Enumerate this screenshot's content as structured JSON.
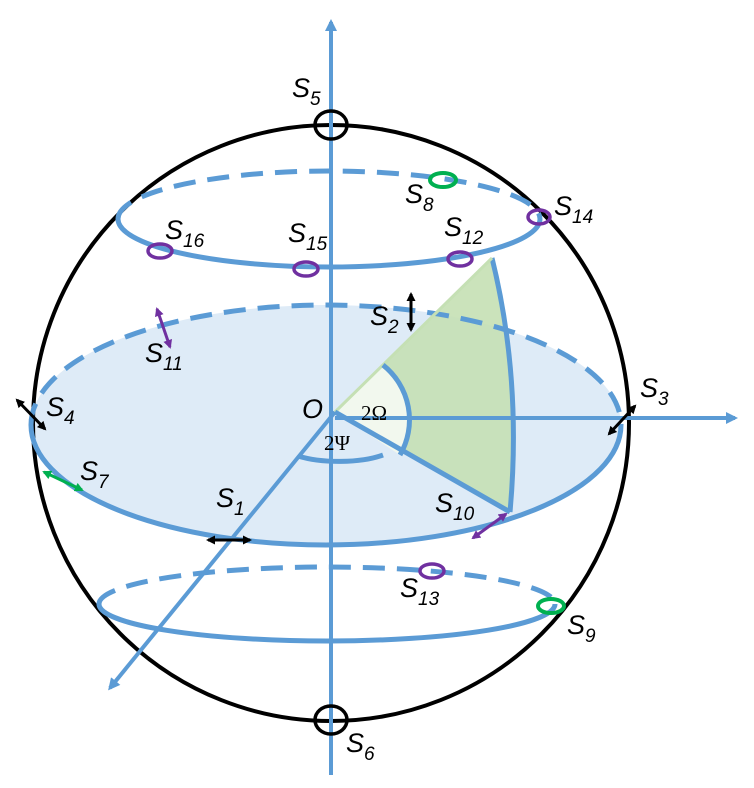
{
  "diagram": {
    "origin_label": "O",
    "angle_omega": "2Ω",
    "angle_psi": "2Ψ",
    "states": [
      {
        "id": "s1",
        "base": "S",
        "sub": "1"
      },
      {
        "id": "s2",
        "base": "S",
        "sub": "2"
      },
      {
        "id": "s3",
        "base": "S",
        "sub": "3"
      },
      {
        "id": "s4",
        "base": "S",
        "sub": "4"
      },
      {
        "id": "s5",
        "base": "S",
        "sub": "5"
      },
      {
        "id": "s6",
        "base": "S",
        "sub": "6"
      },
      {
        "id": "s7",
        "base": "S",
        "sub": "7"
      },
      {
        "id": "s8",
        "base": "S",
        "sub": "8"
      },
      {
        "id": "s9",
        "base": "S",
        "sub": "9"
      },
      {
        "id": "s10",
        "base": "S",
        "sub": "10"
      },
      {
        "id": "s11",
        "base": "S",
        "sub": "11"
      },
      {
        "id": "s12",
        "base": "S",
        "sub": "12"
      },
      {
        "id": "s13",
        "base": "S",
        "sub": "13"
      },
      {
        "id": "s14",
        "base": "S",
        "sub": "14"
      },
      {
        "id": "s15",
        "base": "S",
        "sub": "15"
      },
      {
        "id": "s16",
        "base": "S",
        "sub": "16"
      }
    ],
    "colors": {
      "axis": "#5B9BD5",
      "sphere": "#000000",
      "equator_fill": "#DEEBF7",
      "sector_fill": "#C5E0B4",
      "purple": "#7030A0",
      "green": "#00B050",
      "black": "#000000"
    }
  }
}
